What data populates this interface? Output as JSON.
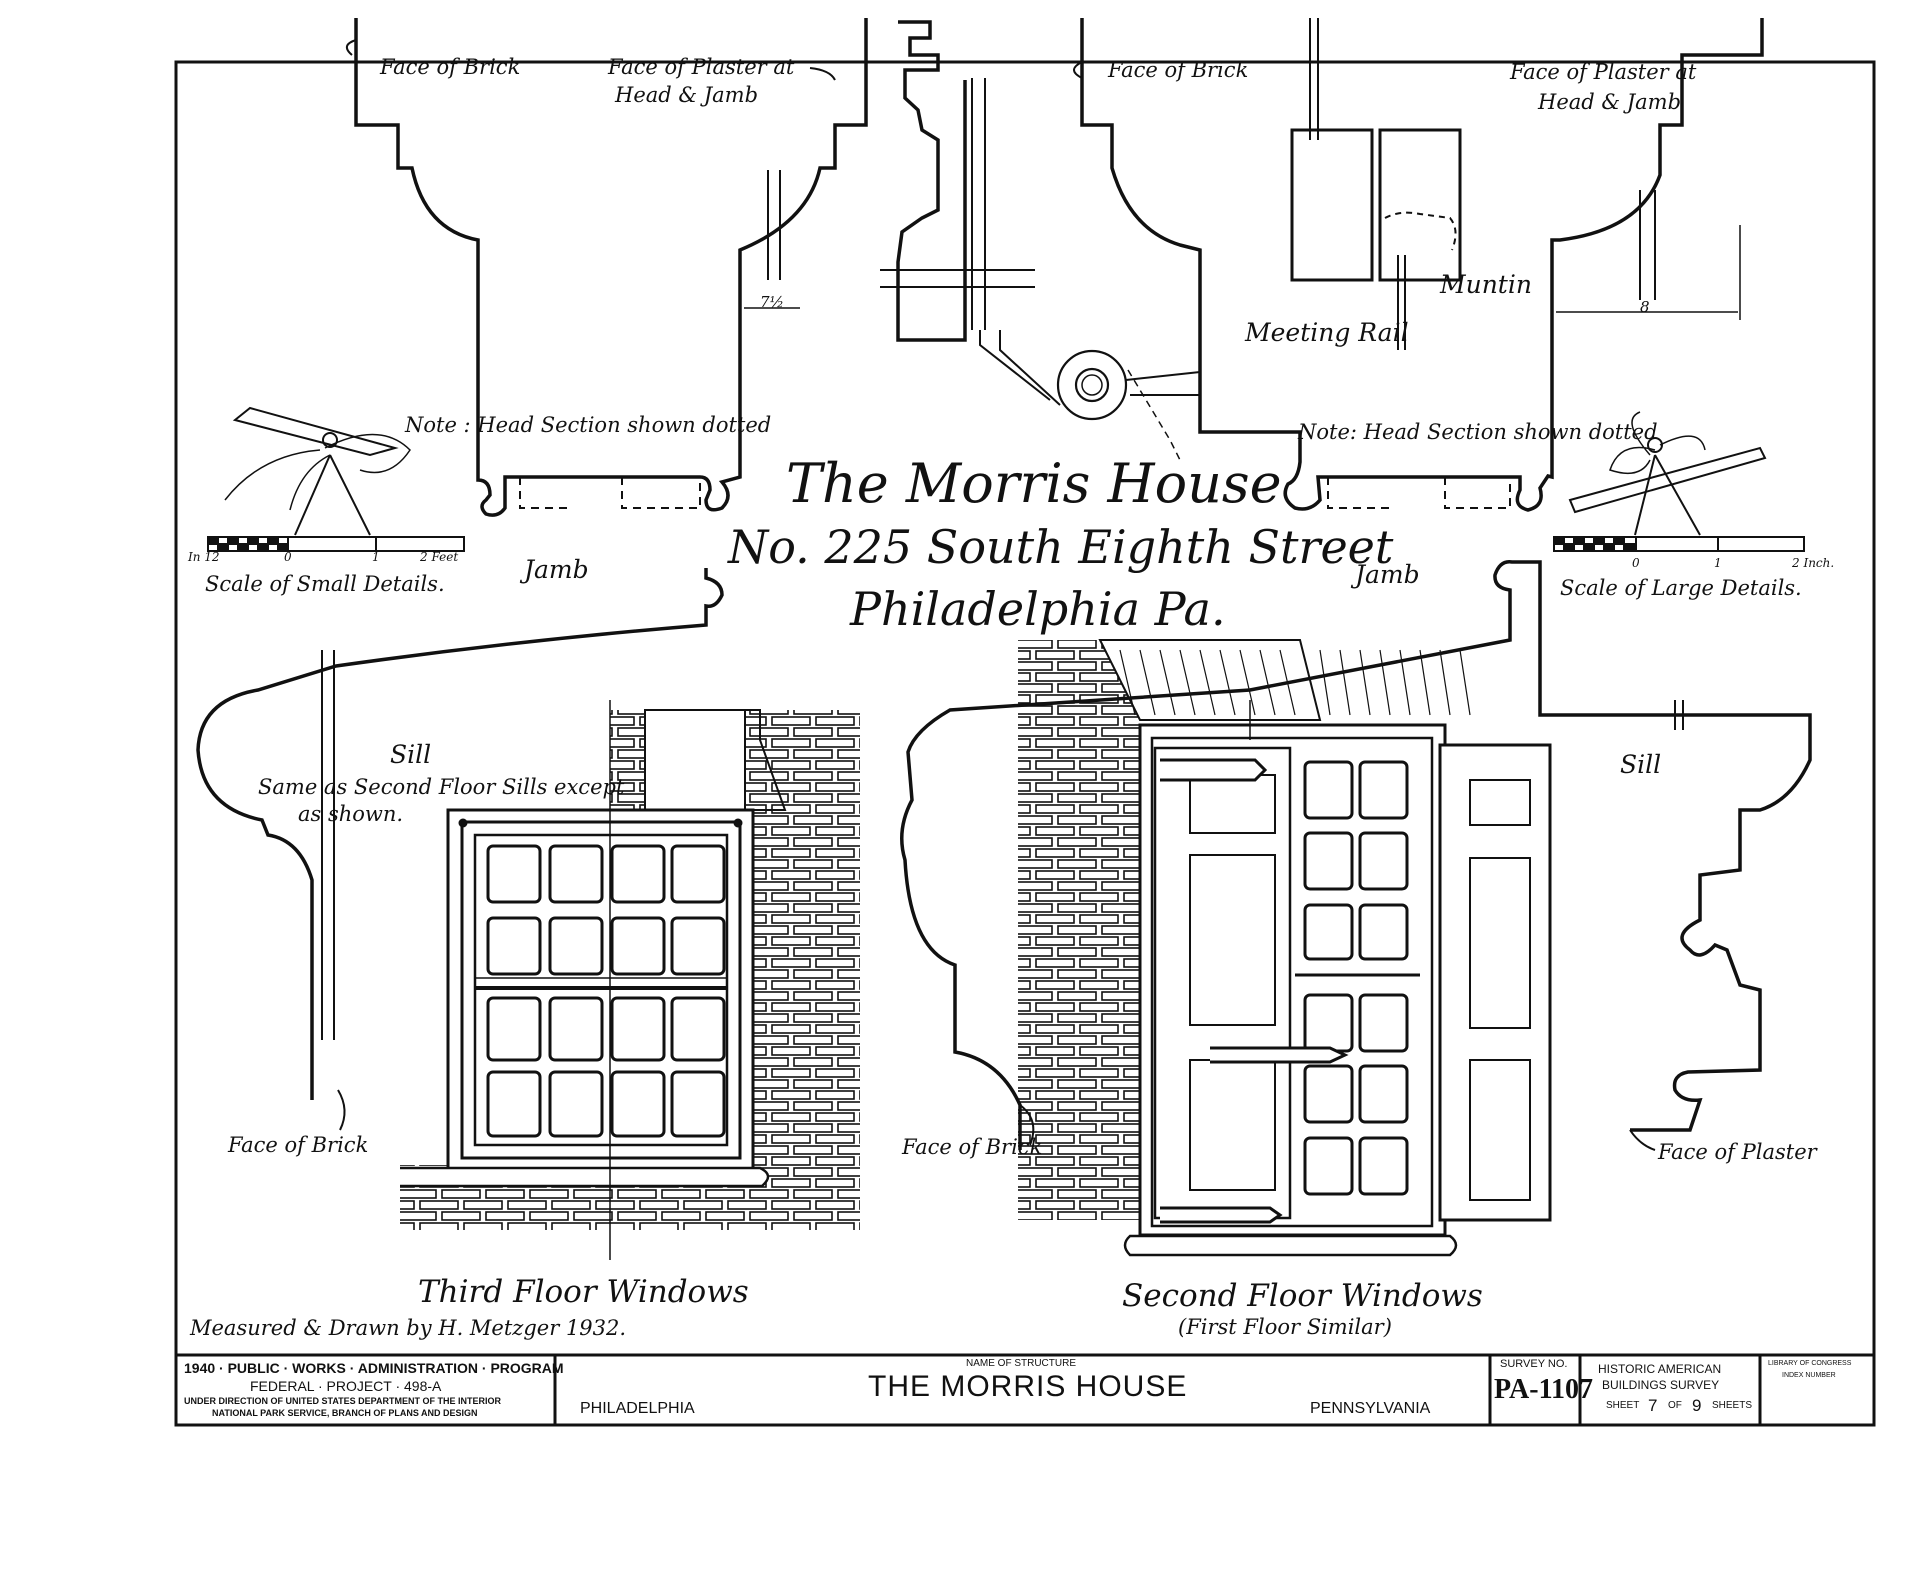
{
  "title_block": {
    "program": "1940 · PUBLIC · WORKS · ADMINISTRATION · PROGRAM",
    "project": "FEDERAL · PROJECT · 498-A",
    "direction_line1": "UNDER DIRECTION OF UNITED STATES DEPARTMENT OF THE INTERIOR",
    "direction_line2": "NATIONAL PARK SERVICE, BRANCH OF PLANS AND DESIGN",
    "name_of_structure_label": "NAME OF STRUCTURE",
    "structure_name": "THE MORRIS HOUSE",
    "city": "PHILADELPHIA",
    "state": "PENNSYLVANIA",
    "survey_no_label": "SURVEY NO.",
    "survey_no": "PA-1107",
    "agency_line1": "HISTORIC AMERICAN",
    "agency_line2": "BUILDINGS SURVEY",
    "sheet_label": "SHEET",
    "sheet_no": "7",
    "of_label": "OF",
    "sheet_total": "9",
    "sheets_label": "SHEETS",
    "loc_line1": "LIBRARY OF CONGRESS",
    "loc_line2": "INDEX NUMBER"
  },
  "drawing_title": {
    "line1": "The Morris House",
    "line2": "No. 225 South Eighth Street",
    "line3": "Philadelphia Pa."
  },
  "labels": {
    "face_of_brick_tl": "Face of Brick",
    "face_of_plaster_tl_1": "Face of Plaster at",
    "face_of_plaster_tl_2": "Head & Jamb",
    "face_of_brick_tr": "Face of Brick",
    "face_of_plaster_tr_1": "Face of Plaster at",
    "face_of_plaster_tr_2": "Head & Jamb",
    "dim_left": "7½",
    "dim_right": "8",
    "muntin": "Muntin",
    "meeting_rail": "Meeting Rail",
    "note_left": "Note : Head Section shown dotted",
    "note_right": "Note: Head Section shown dotted",
    "jamb_left": "Jamb",
    "jamb_right": "Jamb",
    "scale_small": "Scale of Small Details.",
    "scale_large": "Scale of Large Details.",
    "scale_small_ticks": [
      "In 12",
      "0",
      "1",
      "2 Feet"
    ],
    "scale_large_ticks": [
      "0",
      "1",
      "2 Inch."
    ],
    "sill_left": "Sill",
    "sill_note_1": "Same as Second Floor Sills except",
    "sill_note_2": "as shown.",
    "sill_right": "Sill",
    "face_of_brick_bl": "Face of Brick",
    "face_of_brick_bc": "Face of Brick",
    "face_of_plaster_br": "Face of Plaster",
    "third_floor": "Third Floor Windows",
    "second_floor": "Second Floor Windows",
    "first_floor_similar": "(First Floor Similar)",
    "measured_by": "Measured & Drawn by H. Metzger 1932."
  }
}
